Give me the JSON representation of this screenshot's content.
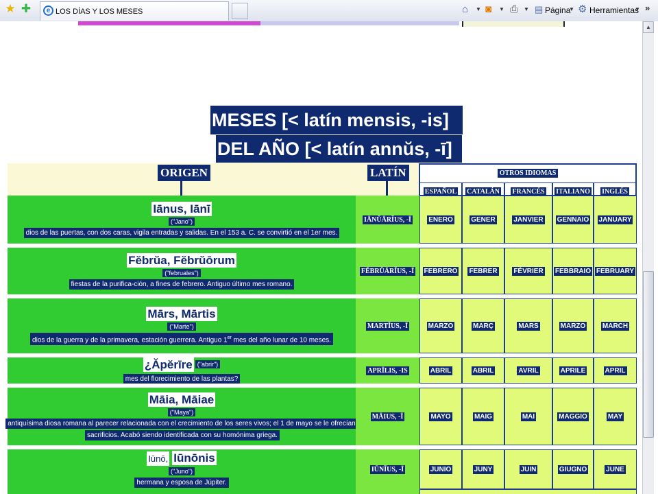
{
  "browser": {
    "tab_title": "LOS DÍAS Y LOS MESES",
    "toolbar": {
      "home_icon": "home-icon",
      "feeds_icon": "feeds-icon",
      "print_icon": "print-icon",
      "page_label": "Página",
      "tools_label": "Herramientas",
      "more": "»"
    }
  },
  "page": {
    "title_line1": "MESES [< latín mensis, -is]",
    "title_line2": "DEL AÑO [< latín annŭs, -ī]",
    "header": {
      "origen": "ORIGEN",
      "latin": "LATÍN",
      "otros_idiomas": "OTROS IDIOMAS",
      "languages": [
        "ESPAÑOL",
        "CATALÁN",
        "FRANCÉS",
        "ITALIANO",
        "INGLÉS"
      ]
    },
    "rows": [
      {
        "name": "Iānus, Iānī",
        "gloss": "(\"Jano\")",
        "desc": "dios de las puertas, con dos caras, vigila entradas y salidas. En el 153 a. C. se convirtió en el 1er mes.",
        "latin": "IĀNŬĀRĬUS, -Ī",
        "langs": [
          "ENERO",
          "GENER",
          "JANVIER",
          "GENNAIO",
          "JANUARY"
        ]
      },
      {
        "name": "Fĕbrŭa, Fĕbrŭōrum",
        "gloss": "(\"februales\")",
        "desc": "fiestas de la purifica-ción, a fines de febrero. Antiguo último mes romano.",
        "latin": "FĔBRŬĀRĬUS, -Ī",
        "langs": [
          "FEBRERO",
          "FEBRER",
          "FÉVRIER",
          "FEBBRAIO",
          "FEBRUARY"
        ]
      },
      {
        "name": "Mārs, Mārtis",
        "gloss": "(\"Marte\")",
        "desc_pre": "dios de la guerra y de la primavera, estación guerrera. Antiguo 1",
        "desc_sup": "er",
        "desc_post": " mes del año lunar de 10 meses.",
        "latin": "MARTĬUS, -Ī",
        "langs": [
          "MARZO",
          "MARÇ",
          "MARS",
          "MARZO",
          "MARCH"
        ]
      },
      {
        "name": "¿Ăpĕrīre",
        "gloss": "(\"abrir\")",
        "desc": "mes del florecimiento de las plantas?",
        "latin": "APRĪLIS, -IS",
        "langs": [
          "ABRIL",
          "ABRIL",
          "AVRIL",
          "APRILE",
          "APRIL"
        ]
      },
      {
        "name": "Māia, Māiae",
        "gloss": "(\"Maya\")",
        "desc_line1": "antiquísima diosa romana al parecer relacionada con el crecimiento de los seres vivos; el 1 de mayo se le ofrecían",
        "desc_line2": "sacrificios. Acabó siendo identificada con su homónima griega.",
        "latin": "MĀIUS, -Ī",
        "langs": [
          "MAYO",
          "MAIG",
          "MAI",
          "MAGGIO",
          "MAY"
        ]
      },
      {
        "name_small": "Iūnō,",
        "name": "Iūnōnis",
        "gloss": "(\"Juno\")",
        "desc": "hermana y esposa de Júpiter.",
        "latin": "IŪNĬUS, -Ī",
        "langs": [
          "JUNIO",
          "JUNY",
          "JUIN",
          "GIUGNO",
          "JUNE"
        ]
      }
    ]
  },
  "colors": {
    "navy": "#0f2a6e",
    "origin_green": "#31cc31",
    "latin_green": "#7ce640",
    "lang_yellow": "#e2fa7a",
    "header_cream": "#fbf8d6"
  }
}
